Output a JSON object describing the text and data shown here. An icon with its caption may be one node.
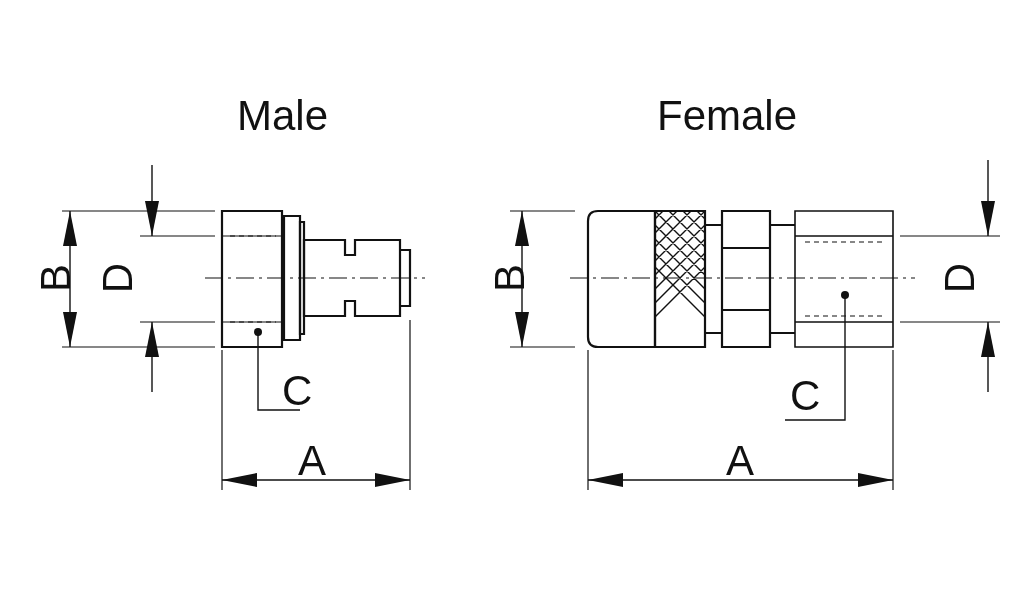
{
  "diagram": {
    "nodes": [
      {
        "text": [],
        "shape": "picture"
      },
      {
        "text": [
          "C"
        ]
      },
      {
        "text": [],
        "shape": "picture"
      },
      {
        "text": [
          "C"
        ]
      }
    ],
    "edges": [
      {
        "from": 1,
        "to": 0,
        "arrow": "other"
      },
      {
        "from": 3,
        "to": 2,
        "arrow": "other"
      }
    ],
    "labels": [
      "Male",
      "Female",
      "B",
      "D",
      "A",
      "B",
      "D",
      "A"
    ]
  }
}
